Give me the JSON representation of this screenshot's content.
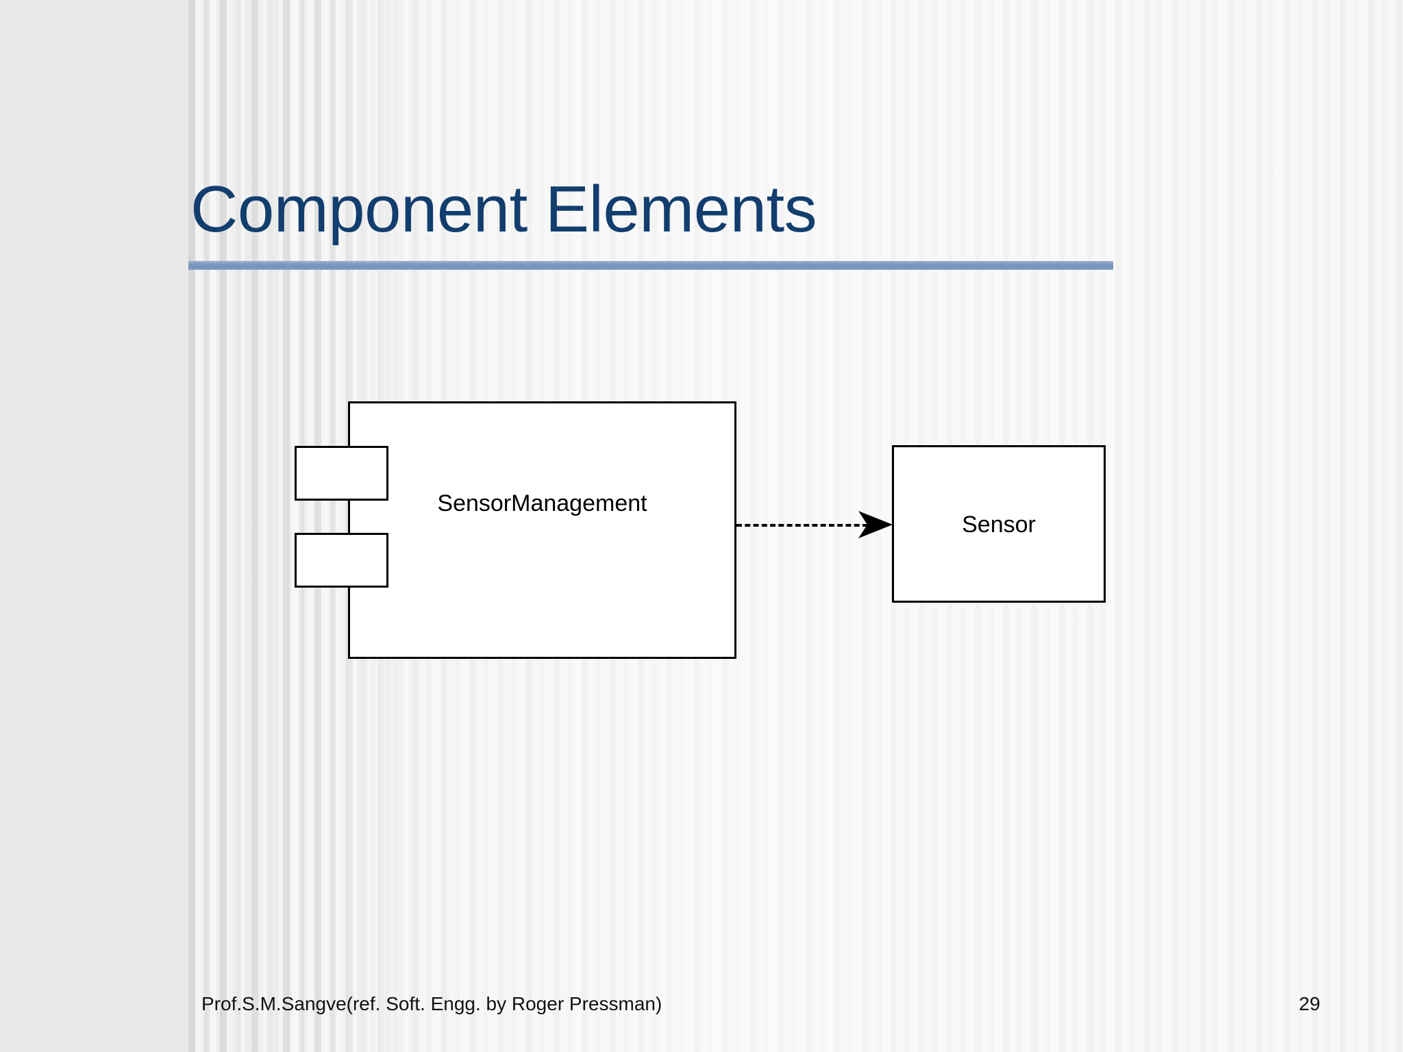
{
  "slide": {
    "title": "Component Elements",
    "theme": {
      "title_color": "#123E6E",
      "rule_color": "#7C9AC0",
      "background_left_color": "#E9E9E9",
      "background_stripe_color": "#F2F2F2",
      "diagram_stroke_color": "#000000",
      "diagram_fill_color": "#FFFFFF"
    }
  },
  "diagram": {
    "type": "uml-component-diagram",
    "nodes": [
      {
        "id": "sensor-management",
        "kind": "component",
        "label": "SensorManagement",
        "ports": [
          "port-top",
          "port-bottom"
        ]
      },
      {
        "id": "sensor",
        "kind": "class",
        "label": "Sensor",
        "ports": []
      }
    ],
    "edges": [
      {
        "id": "dependency-1",
        "from": "sensor-management",
        "to": "sensor",
        "style": "dashed",
        "arrowhead": "open-filled",
        "label": ""
      }
    ]
  },
  "footer": {
    "credit": "Prof.S.M.Sangve(ref. Soft. Engg. by Roger Pressman)",
    "page_number": "29"
  }
}
